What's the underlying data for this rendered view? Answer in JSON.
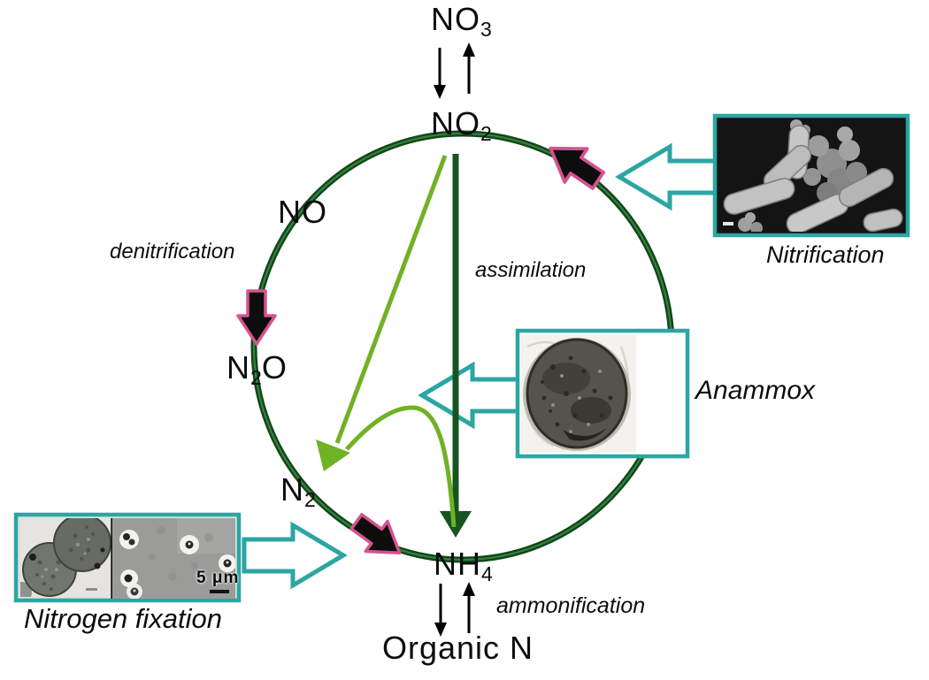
{
  "molecules": {
    "no3": {
      "pre": "NO",
      "sub": "3",
      "post": ""
    },
    "no2": {
      "pre": "NO",
      "sub": "2",
      "post": ""
    },
    "no": {
      "pre": "NO",
      "sub": "",
      "post": ""
    },
    "n2o": {
      "pre": "N",
      "sub": "2",
      "post": "O"
    },
    "n2": {
      "pre": "N",
      "sub": "2",
      "post": ""
    },
    "nh4": {
      "pre": "NH",
      "sub": "4",
      "post": ""
    },
    "organic_n": {
      "pre": "Organic N",
      "sub": "",
      "post": ""
    }
  },
  "process_labels": {
    "denitrification": "denitrification",
    "assimilation": "assimilation",
    "ammonification": "ammonification"
  },
  "captions": {
    "nitrification": "Nitrification",
    "anammox": "Anammox",
    "nitrogen_fixation": "Nitrogen fixation"
  },
  "micrographs": {
    "nitrogen_fixation_scale_bar": "5 μm"
  },
  "colors": {
    "cycle_circle_green": "#14521d",
    "cycle_circle_highlight": "#39843f",
    "bright_green_arrow": "#6fb226",
    "teal_outline": "#2aa6a3",
    "magenta_arrow_outline": "#d4538f",
    "black_arrow_fill": "#0d0d0d",
    "background": "#ffffff"
  }
}
